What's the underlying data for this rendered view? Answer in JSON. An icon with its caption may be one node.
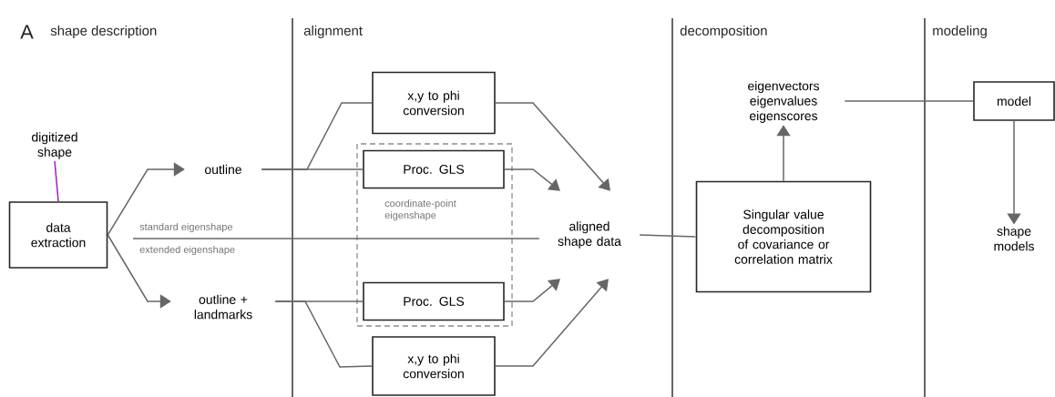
{
  "diagram": {
    "nodes": [
      {
        "text": [
          "digitized shape"
        ]
      },
      {
        "text": [
          "data extraction"
        ]
      },
      {
        "text": [
          "outline"
        ]
      },
      {
        "text": [
          "outline + landmarks"
        ]
      },
      {
        "text": [
          "x,y to phi conversion"
        ]
      },
      {
        "text": [
          "coordinate-point eigenshape"
        ]
      },
      {
        "text": [
          "Proc. GLS"
        ],
        "in": 5
      },
      {
        "text": [
          "Proc. GLS"
        ],
        "in": 5
      },
      {
        "text": [
          "x,y to phi conversion"
        ]
      },
      {
        "text": [
          "aligned shape data"
        ]
      },
      {
        "text": [
          "Singular value decomposition of covariance or correlation matrix"
        ]
      },
      {
        "text": [
          "eigenvectors eigenvalues eigenscores"
        ]
      },
      {
        "text": [
          "model"
        ]
      },
      {
        "text": [
          "shape models"
        ]
      }
    ],
    "edges": [
      {
        "from": 0,
        "to": 1,
        "arrow": "none",
        "color": "#a020c0"
      },
      {
        "from": 1,
        "to": 2,
        "arrow": "to"
      },
      {
        "from": 1,
        "to": 3,
        "arrow": "to"
      },
      {
        "from": 2,
        "to": 4,
        "arrow": "none"
      },
      {
        "from": 2,
        "to": 6,
        "arrow": "none"
      },
      {
        "from": 3,
        "to": 7,
        "arrow": "none"
      },
      {
        "from": 3,
        "to": 8,
        "arrow": "none"
      },
      {
        "from": 4,
        "to": 9,
        "arrow": "to"
      },
      {
        "from": 6,
        "to": 9,
        "arrow": "to"
      },
      {
        "from": 7,
        "to": 9,
        "arrow": "to"
      },
      {
        "from": 8,
        "to": 9,
        "arrow": "to"
      },
      {
        "from": null,
        "to": 9,
        "arrow": "none"
      },
      {
        "from": 9,
        "to": 10,
        "arrow": "none"
      },
      {
        "from": 10,
        "to": 11,
        "arrow": "to"
      },
      {
        "from": 11,
        "to": 12,
        "arrow": "none"
      },
      {
        "from": 12,
        "to": 13,
        "arrow": "to"
      }
    ],
    "labels": [
      "A",
      "shape description",
      "alignment",
      "decomposition",
      "modeling",
      "standard eigenshape",
      "extended eigenshape"
    ]
  }
}
